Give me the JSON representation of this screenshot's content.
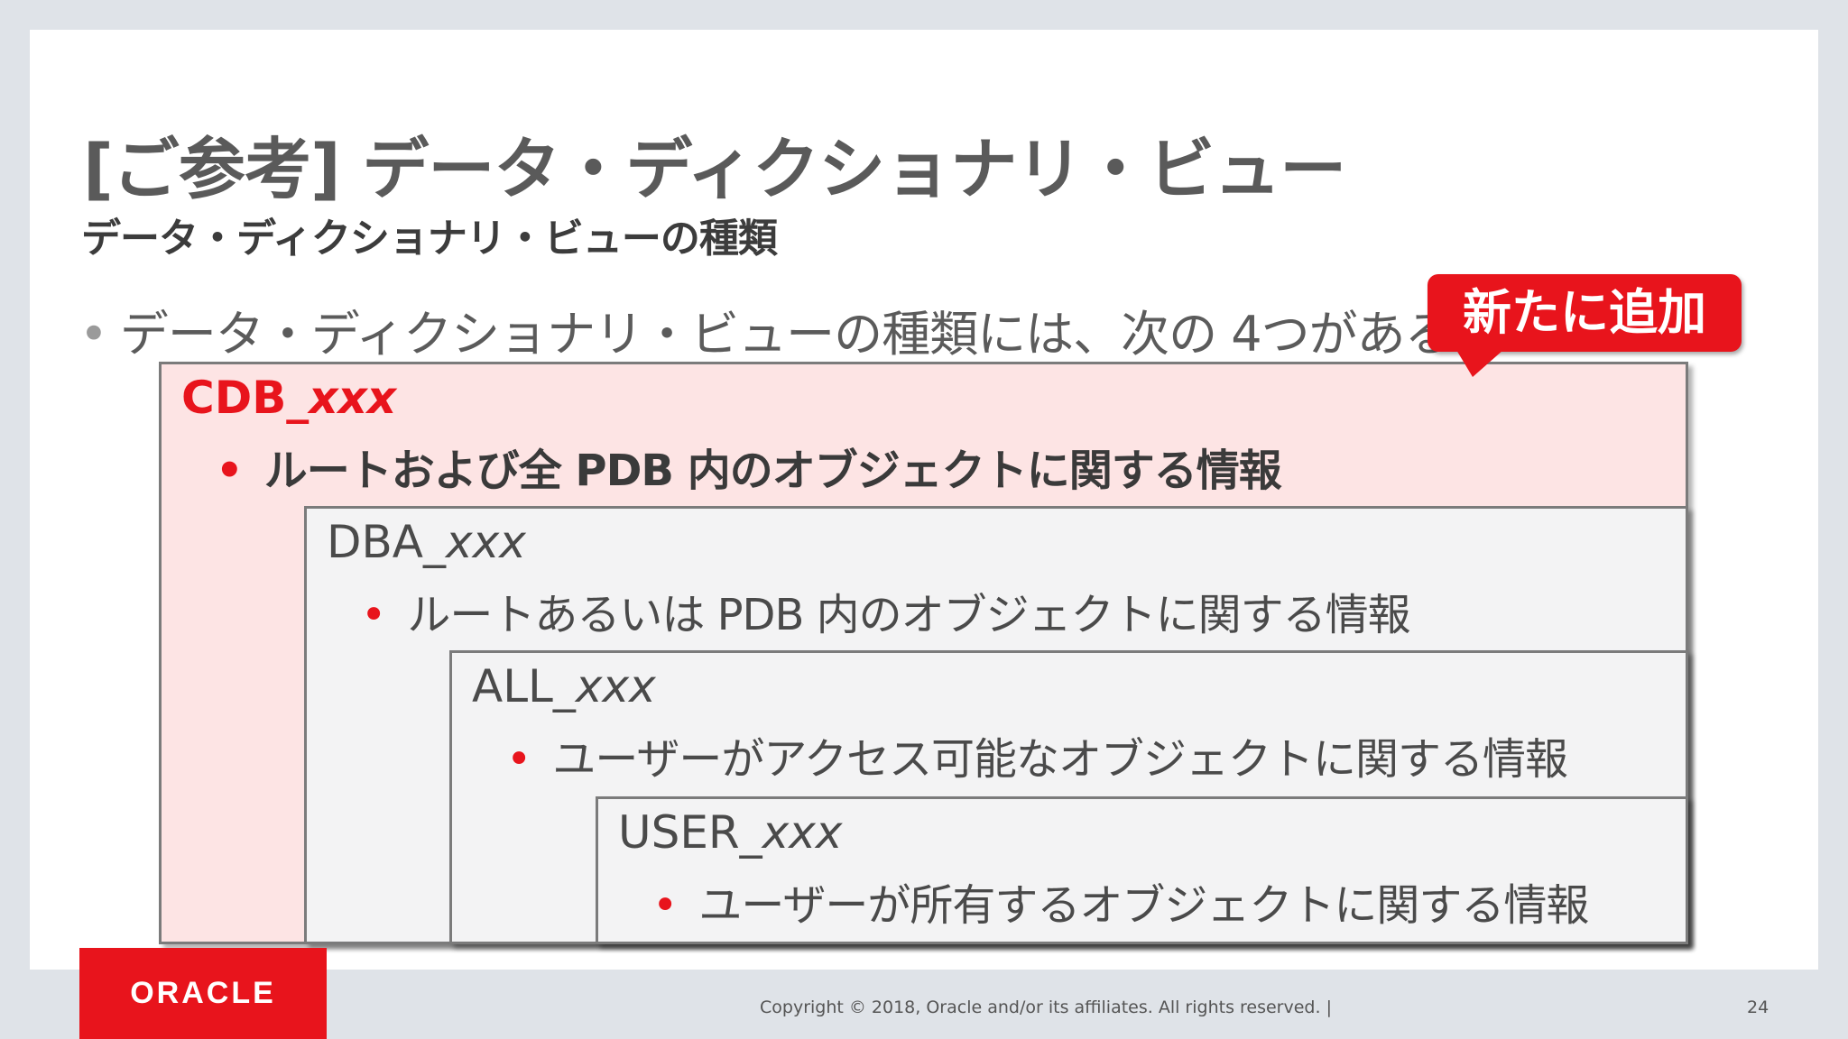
{
  "slide": {
    "title": "[ご参考] データ・ディクショナリ・ビュー",
    "subtitle": "データ・ディクショナリ・ビューの種類",
    "bullet": "データ・ディクショナリ・ビューの種類には、次の 4つがある",
    "badge": "新たに追加",
    "accent_color": "#e8141c"
  },
  "views": [
    {
      "prefix": "CDB_",
      "suffix": "xxx",
      "description": "ルートおよび全 PDB 内のオブジェクトに関する情報"
    },
    {
      "prefix": "DBA_",
      "suffix": "xxx",
      "description": "ルートあるいは PDB 内のオブジェクトに関する情報"
    },
    {
      "prefix": "ALL_",
      "suffix": "xxx",
      "description": "ユーザーがアクセス可能なオブジェクトに関する情報"
    },
    {
      "prefix": "USER_",
      "suffix": "xxx",
      "description": "ユーザーが所有するオブジェクトに関する情報"
    }
  ],
  "footer": {
    "logo": "ORACLE",
    "copyright": "Copyright © 2018, Oracle and/or its affiliates. All rights reserved.  |",
    "page_number": "24"
  }
}
